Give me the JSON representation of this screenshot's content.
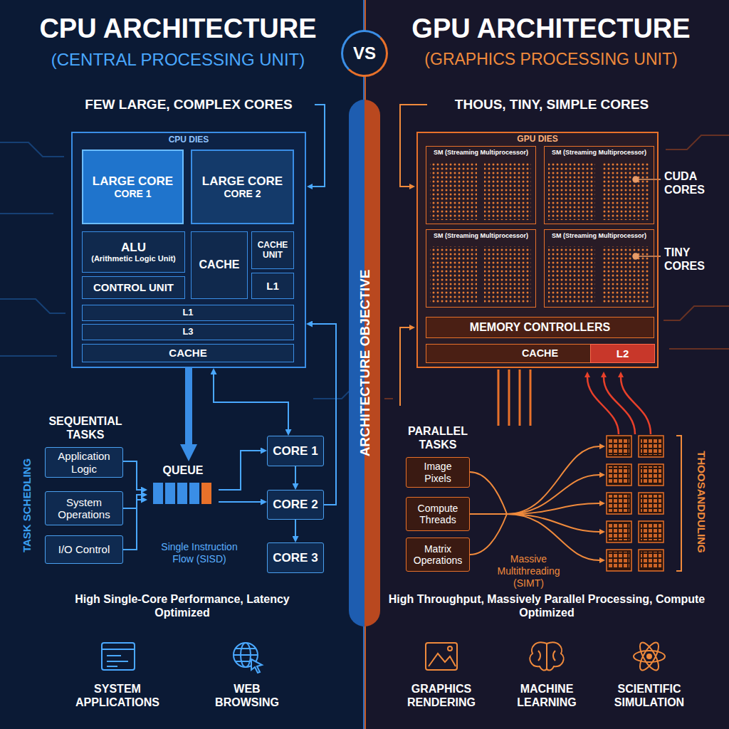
{
  "diagram": {
    "nodes": [
      {
        "text": [
          "VS"
        ]
      },
      {
        "text": [
          "ARCHITECTURE OBJECTIVE"
        ]
      },
      {
        "text": [
          "CPU DIES"
        ]
      },
      {
        "text": [
          "LARGE CORE",
          "CORE 1"
        ],
        "in": 2
      },
      {
        "text": [
          "LARGE CORE",
          "CORE 2"
        ],
        "in": 2
      },
      {
        "text": [
          "ALU",
          "(Arithmetic Logic Unit)"
        ],
        "in": 2
      },
      {
        "text": [
          "CACHE"
        ],
        "in": 2
      },
      {
        "text": [
          "CACHE UNIT"
        ],
        "in": 2
      },
      {
        "text": [
          "L1"
        ],
        "in": 2
      },
      {
        "text": [
          "CONTROL UNIT"
        ],
        "in": 2
      },
      {
        "text": [
          "L1"
        ],
        "in": 2
      },
      {
        "text": [
          "L3"
        ],
        "in": 2
      },
      {
        "text": [
          "CACHE"
        ],
        "in": 2
      },
      {
        "text": [
          "Application Logic"
        ]
      },
      {
        "text": [
          "System Operations"
        ]
      },
      {
        "text": [
          "I/O Control"
        ]
      },
      {
        "text": [
          "QUEUE"
        ]
      },
      {
        "text": [
          "CORE 1"
        ]
      },
      {
        "text": [
          "CORE 2"
        ]
      },
      {
        "text": [
          "CORE 3"
        ]
      },
      {
        "text": [
          "GPU DIES"
        ]
      },
      {
        "text": [
          "SM (Streaming Multiprocessor)"
        ],
        "in": 20
      },
      {
        "text": [
          "SM (Streaming Multiprocessor)"
        ],
        "in": 20
      },
      {
        "text": [
          "SM (Streaming Multiprocessor)"
        ],
        "in": 20
      },
      {
        "text": [
          "SM (Streaming Multiprocessor)"
        ],
        "in": 20
      },
      {
        "text": [
          "MEMORY CONTROLLERS"
        ],
        "in": 20
      },
      {
        "text": [
          "CACHE"
        ],
        "in": 20
      },
      {
        "text": [
          "L2"
        ],
        "in": 26
      },
      {
        "text": [
          "Image Pixels"
        ]
      },
      {
        "text": [
          "Compute Threads"
        ]
      },
      {
        "text": [
          "Matrix Operations"
        ]
      }
    ],
    "edges": [
      {
        "from": 2,
        "to": 16,
        "arrow": "to"
      },
      {
        "from": 13,
        "to": 16,
        "arrow": "to"
      },
      {
        "from": 14,
        "to": 16,
        "arrow": "to"
      },
      {
        "from": 15,
        "to": 16,
        "arrow": "to"
      },
      {
        "from": 16,
        "to": 17,
        "arrow": "to"
      },
      {
        "from": 16,
        "to": 18,
        "arrow": "to"
      },
      {
        "from": 17,
        "to": 18,
        "arrow": "to"
      },
      {
        "from": 18,
        "to": 19,
        "arrow": "to"
      },
      {
        "from": 18,
        "to": 2,
        "arrow": "to"
      },
      {
        "from": 2,
        "to": 17,
        "arrow": "both"
      }
    ],
    "labels": [
      "CPU ARCHITECTURE",
      "(CENTRAL PROCESSING UNIT)",
      "GPU ARCHITECTURE",
      "(GRAPHICS PROCESSING UNIT)",
      "FEW LARGE, COMPLEX CORES",
      "THOUS, TINY, SIMPLE CORES",
      "SEQUENTIAL TASKS",
      "Single Instruction Flow (SISD)",
      "TASK SCHEDLING",
      "High Single-Core Performance, Latency Optimized",
      "SYSTEM APPLICATIONS",
      "WEB BROWSING",
      "CUDA CORES",
      "TINY CORES",
      "PARALLEL TASKS",
      "Massive Multithreading (SIMT)",
      "THOOSANDDULING",
      "High Throughput, Massively Parallel Processing, Compute Optimized",
      "GRAPHICS RENDERING",
      "MACHINE LEARNING",
      "SCIENTIFIC SIMULATION"
    ]
  }
}
